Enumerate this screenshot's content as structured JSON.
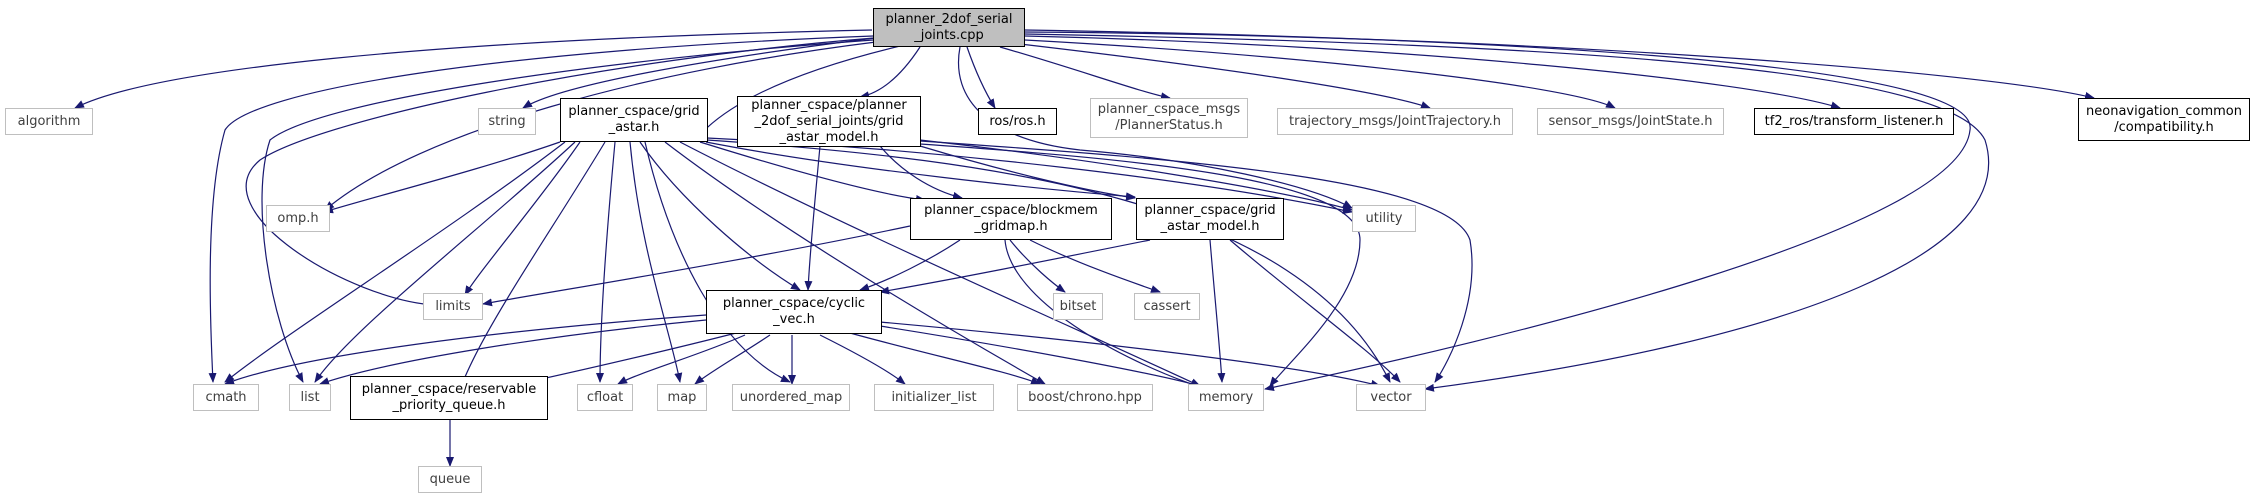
{
  "nodes": {
    "root": "planner_2dof_serial\n_joints.cpp",
    "algorithm": "algorithm",
    "string": "string",
    "grid_astar": "planner_cspace/grid\n_astar.h",
    "planner_model": "planner_cspace/planner\n_2dof_serial_joints/grid\n_astar_model.h",
    "ros": "ros/ros.h",
    "planner_status": "planner_cspace_msgs\n/PlannerStatus.h",
    "joint_trajectory": "trajectory_msgs/JointTrajectory.h",
    "joint_state": "sensor_msgs/JointState.h",
    "tf2": "tf2_ros/transform_listener.h",
    "neonav": "neonavigation_common\n/compatibility.h",
    "omp": "omp.h",
    "blockmem": "planner_cspace/blockmem\n_gridmap.h",
    "grid_model": "planner_cspace/grid\n_astar_model.h",
    "utility": "utility",
    "limits": "limits",
    "cyclic_vec": "planner_cspace/cyclic\n_vec.h",
    "bitset": "bitset",
    "cassert": "cassert",
    "cmath": "cmath",
    "list": "list",
    "reservable": "planner_cspace/reservable\n_priority_queue.h",
    "cfloat": "cfloat",
    "map": "map",
    "unordered_map": "unordered_map",
    "initializer_list": "initializer_list",
    "chrono": "boost/chrono.hpp",
    "memory": "memory",
    "vector": "vector",
    "queue": "queue"
  },
  "colors": {
    "edge": "#191970",
    "documented_border": "#000000",
    "external_border": "#bfbfbf",
    "root_fill": "#bfbfbf"
  }
}
